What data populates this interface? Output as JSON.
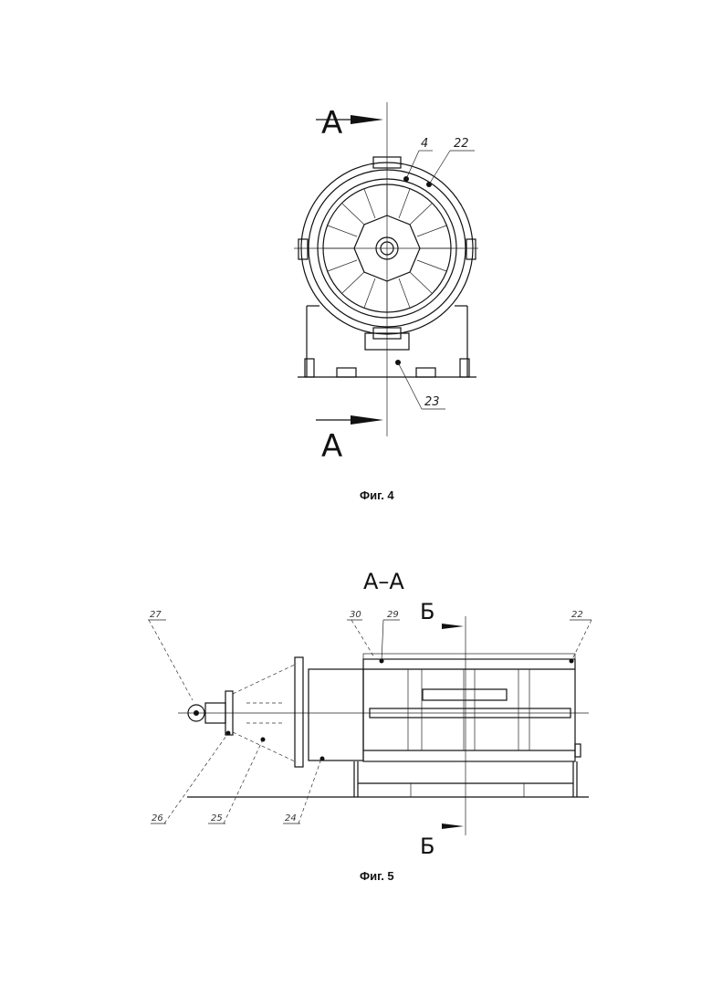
{
  "figure4": {
    "caption": "Фиг. 4",
    "section_mark_top": "А",
    "section_mark_bottom": "А",
    "labels": [
      "4",
      "22",
      "23"
    ]
  },
  "figure5": {
    "caption": "Фиг. 5",
    "section_title": "А–А",
    "section_mark_top": "Б",
    "section_mark_bottom": "Б",
    "labels_top": [
      "27",
      "30",
      "29",
      "22"
    ],
    "labels_bottom": [
      "26",
      "25",
      "24"
    ]
  }
}
